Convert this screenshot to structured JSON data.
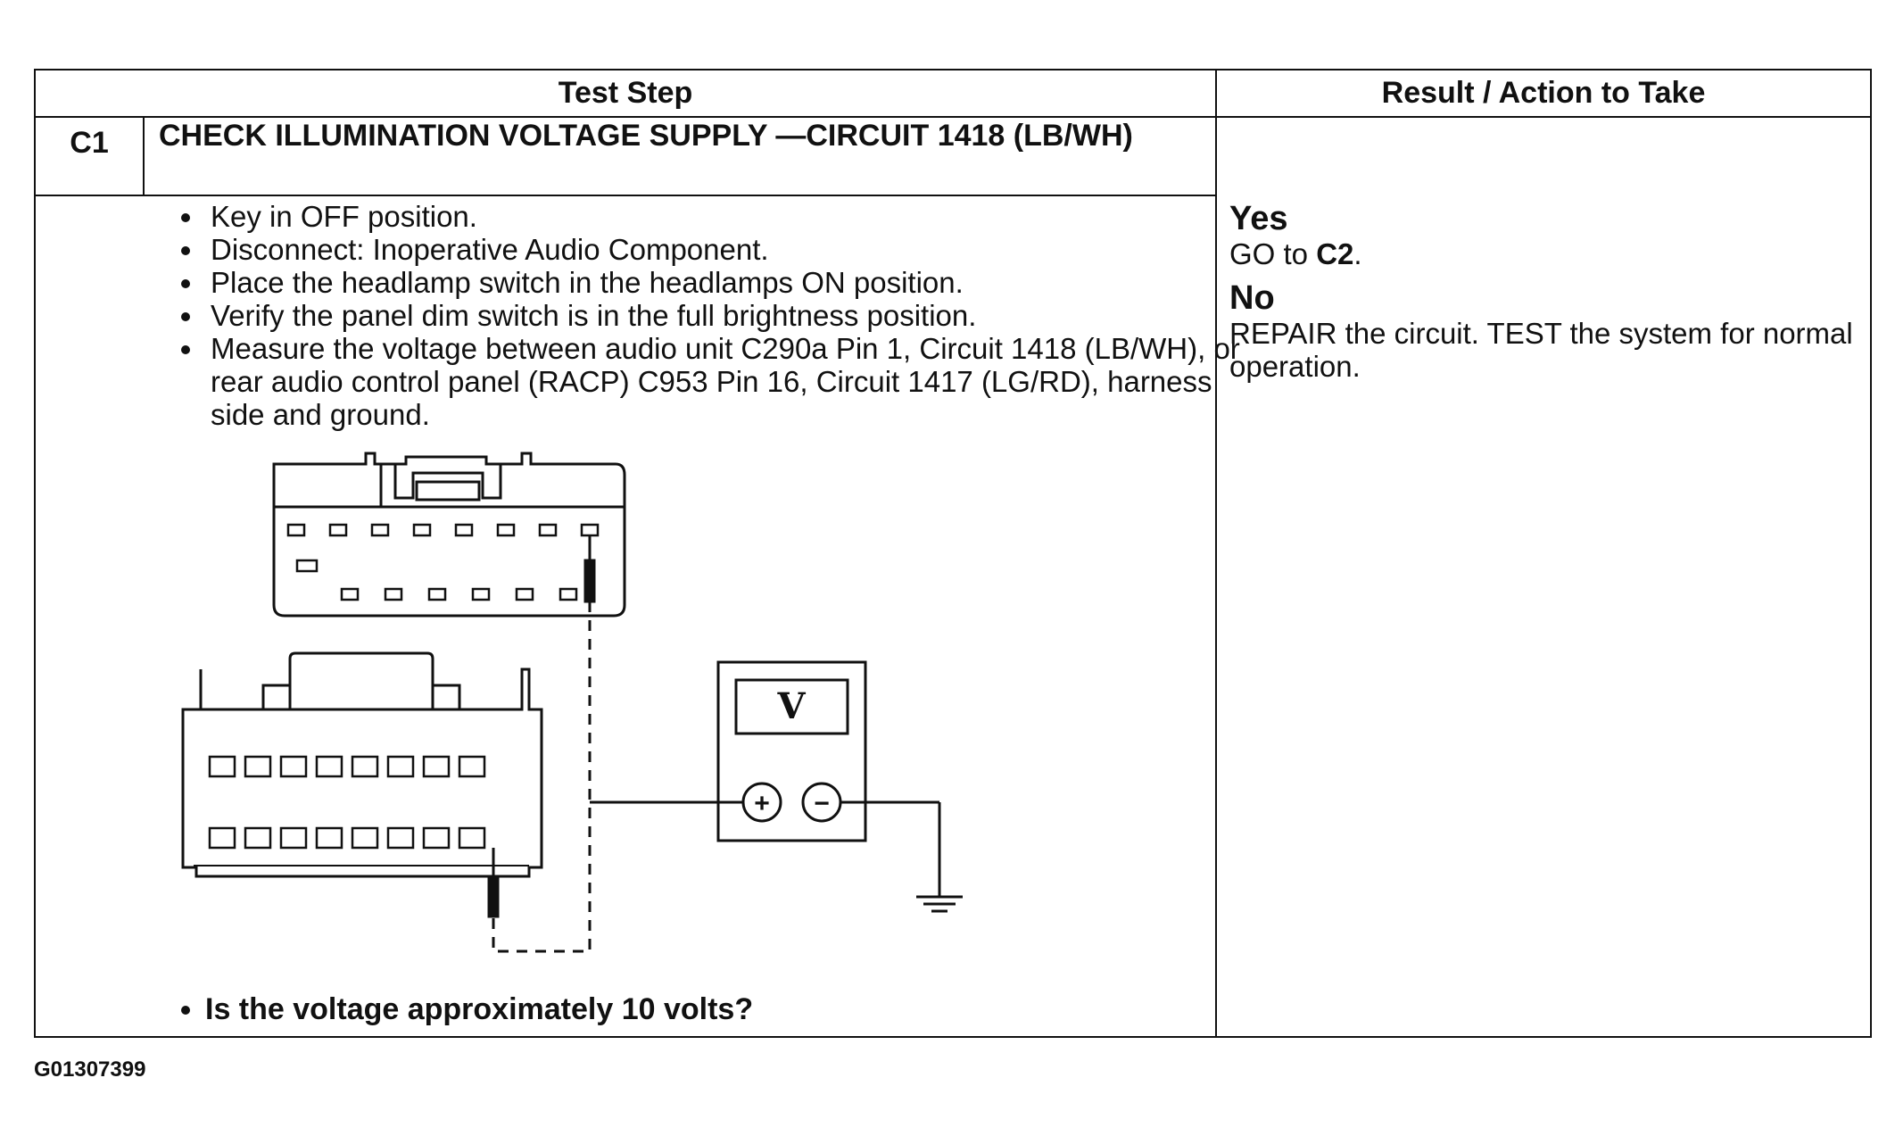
{
  "table": {
    "header_left": "Test Step",
    "header_right": "Result / Action to Take",
    "step_id": "C1",
    "step_title": "CHECK ILLUMINATION VOLTAGE SUPPLY —CIRCUIT 1418 (LB/WH)",
    "instructions": [
      "Key in OFF position.",
      "Disconnect: Inoperative Audio Component.",
      "Place the headlamp switch in the headlamps ON position.",
      "Verify the panel dim switch is in the full brightness position.",
      "Measure the voltage between audio unit C290a Pin 1, Circuit 1418 (LB/WH), or rear audio control panel (RACP) C953 Pin 16, Circuit 1417 (LG/RD), harness side and ground."
    ],
    "question": "Is the voltage approximately 10 volts?",
    "results": {
      "yes_label": "Yes",
      "yes_action_prefix": "GO to ",
      "yes_action_target": "C2",
      "yes_action_suffix": ".",
      "no_label": "No",
      "no_action": "REPAIR the circuit. TEST the system for normal operation."
    }
  },
  "diagram": {
    "meter_symbol": "V",
    "plus_symbol": "+",
    "minus_symbol": "−"
  },
  "figure_id": "G01307399"
}
